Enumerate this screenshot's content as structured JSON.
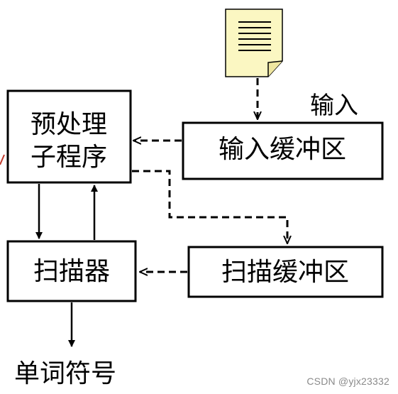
{
  "nodes": {
    "preprocessor": {
      "line1": "预处理",
      "line2": "子程序"
    },
    "input_buffer": {
      "label": "输入缓冲区"
    },
    "scanner": {
      "label": "扫描器"
    },
    "scan_buffer": {
      "label": "扫描缓冲区"
    }
  },
  "labels": {
    "input": "输入",
    "output": "单词符号"
  },
  "watermark": "CSDN @yjx23332",
  "colors": {
    "stroke": "#000000",
    "document_fill": "#fbf7c2",
    "accent_mark": "#c0392b"
  }
}
